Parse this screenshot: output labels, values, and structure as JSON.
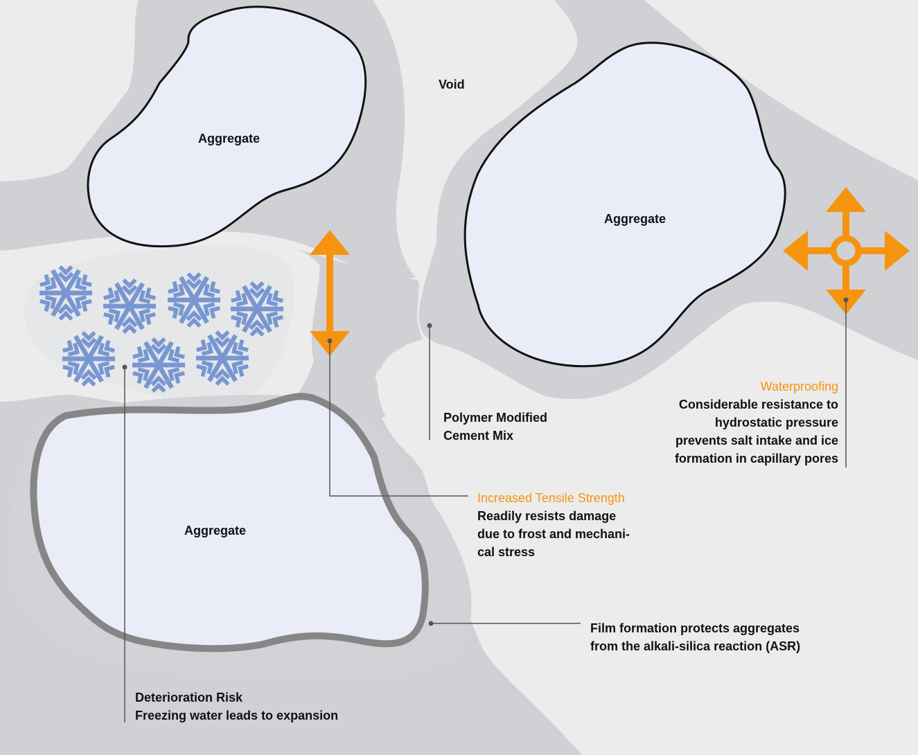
{
  "colors": {
    "background": "#ececec",
    "cement": "#cfd1d4",
    "aggregate": "#eaecf8",
    "outline": "#111111",
    "film": "#868686",
    "accent": "#f7940f",
    "snowflake": "#7897d2",
    "leader": "#555555"
  },
  "labels": {
    "void": "Void",
    "aggregate_1": "Aggregate",
    "aggregate_2": "Aggregate",
    "aggregate_3": "Aggregate",
    "polymer": {
      "line1": "Polymer Modified",
      "line2": "Cement Mix"
    },
    "waterproofing": {
      "title": "Waterproofing",
      "line1": "Considerable resistance to",
      "line2": "hydrostatic pressure",
      "line3": "prevents salt intake and ice",
      "line4": "formation in capillary pores"
    },
    "tensile": {
      "title": "Increased Tensile Strength",
      "line1": "Readily resists damage",
      "line2": "due to frost and mechani-",
      "line3": "cal stress"
    },
    "film": {
      "line1": "Film formation protects aggregates",
      "line2": "from the alkali-silica reaction (ASR)"
    },
    "deterioration": {
      "line1": "Deterioration Risk",
      "line2": "Freezing water leads to expansion"
    }
  },
  "icons": [
    "snowflake-icon",
    "vertical-arrow-icon",
    "four-way-arrow-icon"
  ]
}
